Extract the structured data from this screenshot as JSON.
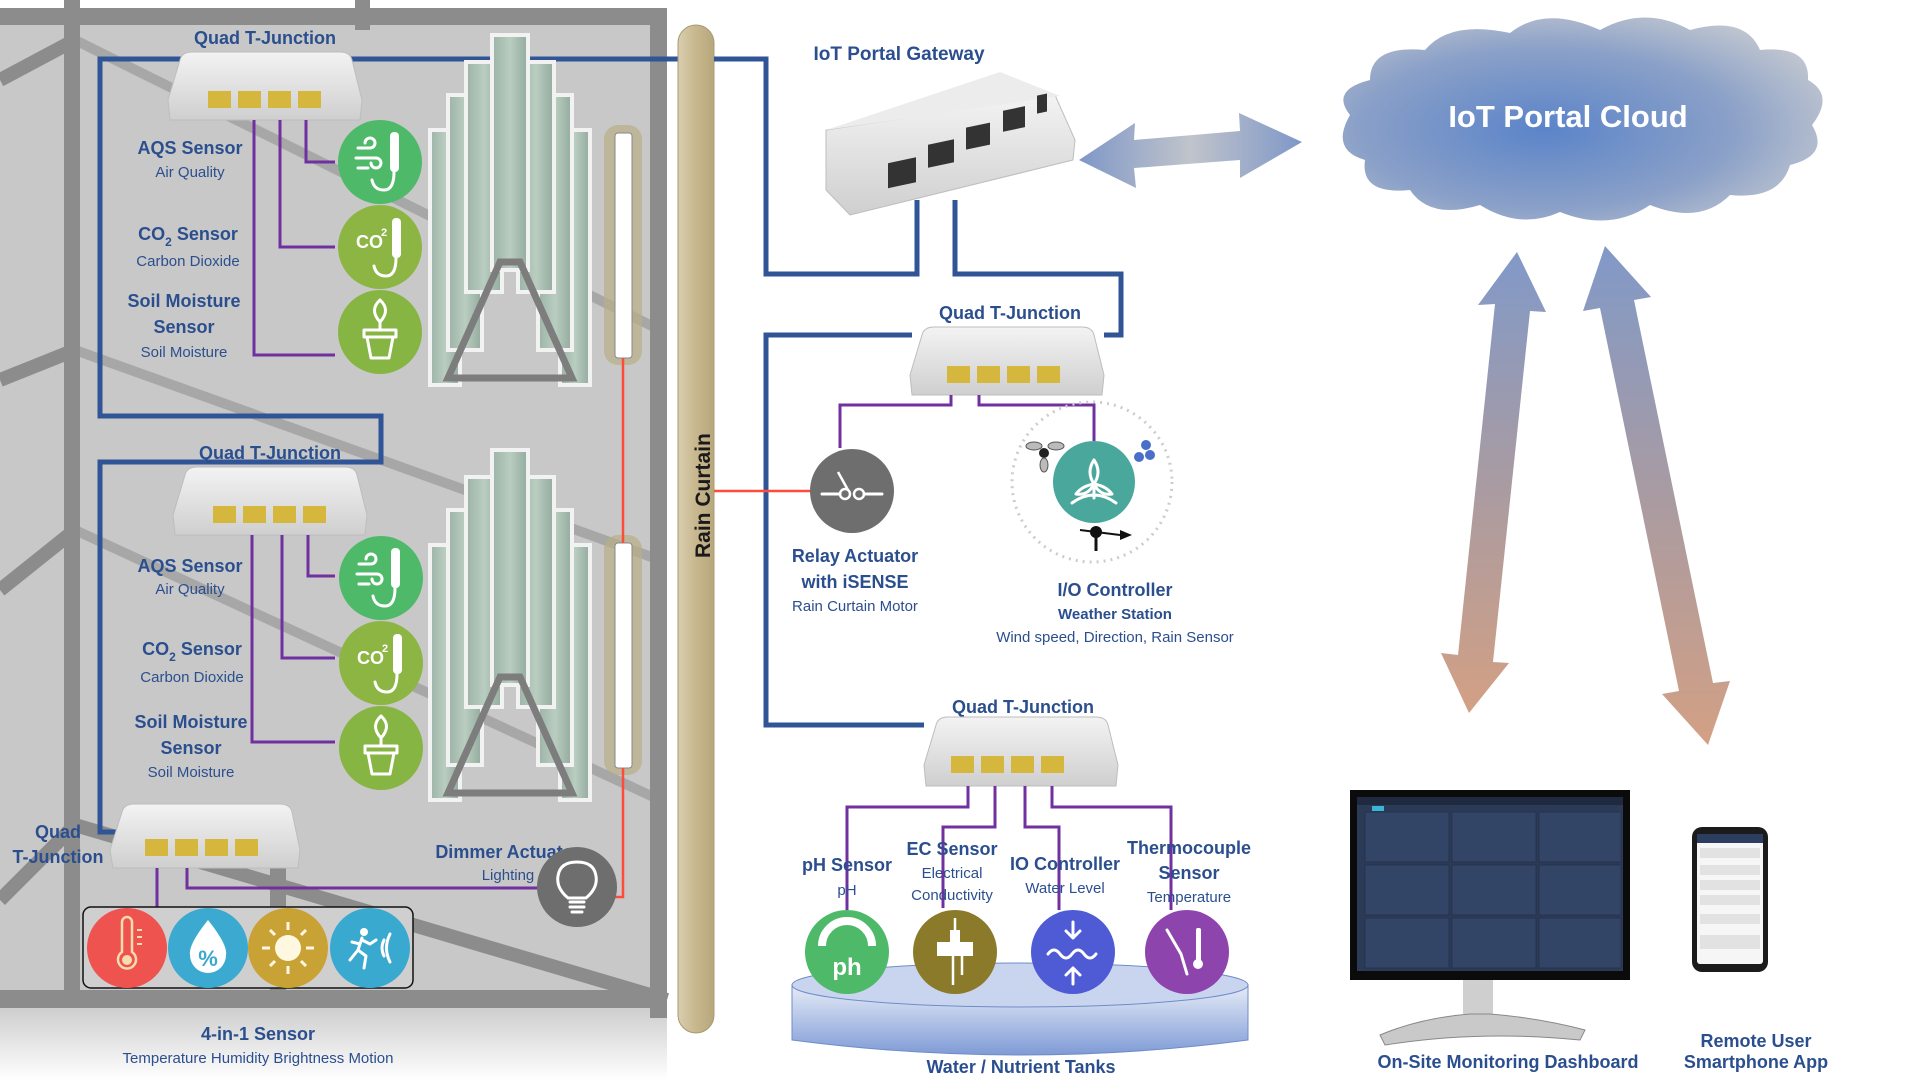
{
  "colors": {
    "wire_network": "#2f5597",
    "wire_sensor": "#7030a0",
    "wire_power": "#ff4b3a",
    "label_text": "#2b4f8e",
    "greenhouse_bg": "#c8c8c8",
    "aqs": "#4fb96a",
    "co2": "#8db544",
    "soil": "#86b543",
    "relay": "#6e6e6e",
    "weather": "#4aa79b",
    "ph": "#4fb96a",
    "ec": "#8b7a2a",
    "water_level": "#4f5bd5",
    "thermocouple": "#8e44ad",
    "temperature": "#ef5350",
    "humidity": "#3ba9d0",
    "brightness": "#c9a235",
    "motion": "#3aa9d0"
  },
  "cloud": {
    "label": "IoT Portal Cloud",
    "icon": "cloud-icon"
  },
  "gateway": {
    "label": "IoT Portal Gateway",
    "icon": "gateway-device-icon"
  },
  "rain_curtain": {
    "label": "Rain Curtain"
  },
  "greenhouse": {
    "zone_upper": {
      "junction_label": "Quad T-Junction",
      "sensors": [
        {
          "title": "AQS Sensor",
          "subtitle": "Air Quality",
          "icon": "air-quality-icon"
        },
        {
          "title": "CO",
          "title_sub": "2",
          "title_suffix": " Sensor",
          "subtitle": "Carbon Dioxide",
          "icon": "co2-icon",
          "icon_text": "CO",
          "icon_sup": "2"
        },
        {
          "title": "Soil Moisture",
          "title2": "Sensor",
          "subtitle": "Soil Moisture",
          "icon": "plant-pot-icon"
        }
      ]
    },
    "zone_lower": {
      "junction_label": "Quad T-Junction",
      "sensors": [
        {
          "title": "AQS Sensor",
          "subtitle": "Air Quality",
          "icon": "air-quality-icon"
        },
        {
          "title": "CO",
          "title_sub": "2",
          "title_suffix": " Sensor",
          "subtitle": "Carbon Dioxide",
          "icon": "co2-icon",
          "icon_text": "CO",
          "icon_sup": "2"
        },
        {
          "title": "Soil Moisture",
          "title2": "Sensor",
          "subtitle": "Soil Moisture",
          "icon": "plant-pot-icon"
        }
      ]
    },
    "zone_bottom": {
      "junction_label_line1": "Quad",
      "junction_label_line2": "T-Junction",
      "dimmer": {
        "title": "Dimmer Actuator",
        "subtitle": "Lighting",
        "icon": "light-bulb-icon"
      },
      "four_in_one": {
        "title": "4-in-1 Sensor",
        "subtitle": "Temperature Humidity Brightness Motion",
        "icons": [
          "thermometer-icon",
          "humidity-icon",
          "sun-icon",
          "motion-icon"
        ]
      }
    }
  },
  "middle": {
    "junction_top_label": "Quad T-Junction",
    "relay": {
      "title_line1": "Relay Actuator",
      "title_line2": "with iSENSE",
      "subtitle": "Rain Curtain Motor",
      "icon": "switch-icon"
    },
    "io_weather": {
      "title": "I/O Controller",
      "subtitle_bold": "Weather Station",
      "subtitle": "Wind speed, Direction, Rain Sensor",
      "icon": "wind-turbine-icon"
    },
    "junction_bottom_label": "Quad T-Junction",
    "tank_sensors": [
      {
        "title": "pH Sensor",
        "subtitle": "pH",
        "icon": "ph-gauge-icon",
        "icon_text": "ph"
      },
      {
        "title": "EC Sensor",
        "subtitle_line1": "Electrical",
        "subtitle_line2": "Conductivity",
        "icon": "ec-probe-icon"
      },
      {
        "title": "IO Controller",
        "subtitle": "Water Level",
        "icon": "water-level-icon"
      },
      {
        "title_line1": "Thermocouple",
        "title_line2": "Sensor",
        "subtitle": "Temperature",
        "icon": "thermocouple-icon"
      }
    ],
    "tank_label": "Water / Nutrient Tanks"
  },
  "clients": {
    "dashboard": {
      "label": "On-Site Monitoring Dashboard",
      "icon": "monitor-icon"
    },
    "smartphone": {
      "label_line1": "Remote User",
      "label_line2": "Smartphone App",
      "icon": "smartphone-icon"
    }
  }
}
